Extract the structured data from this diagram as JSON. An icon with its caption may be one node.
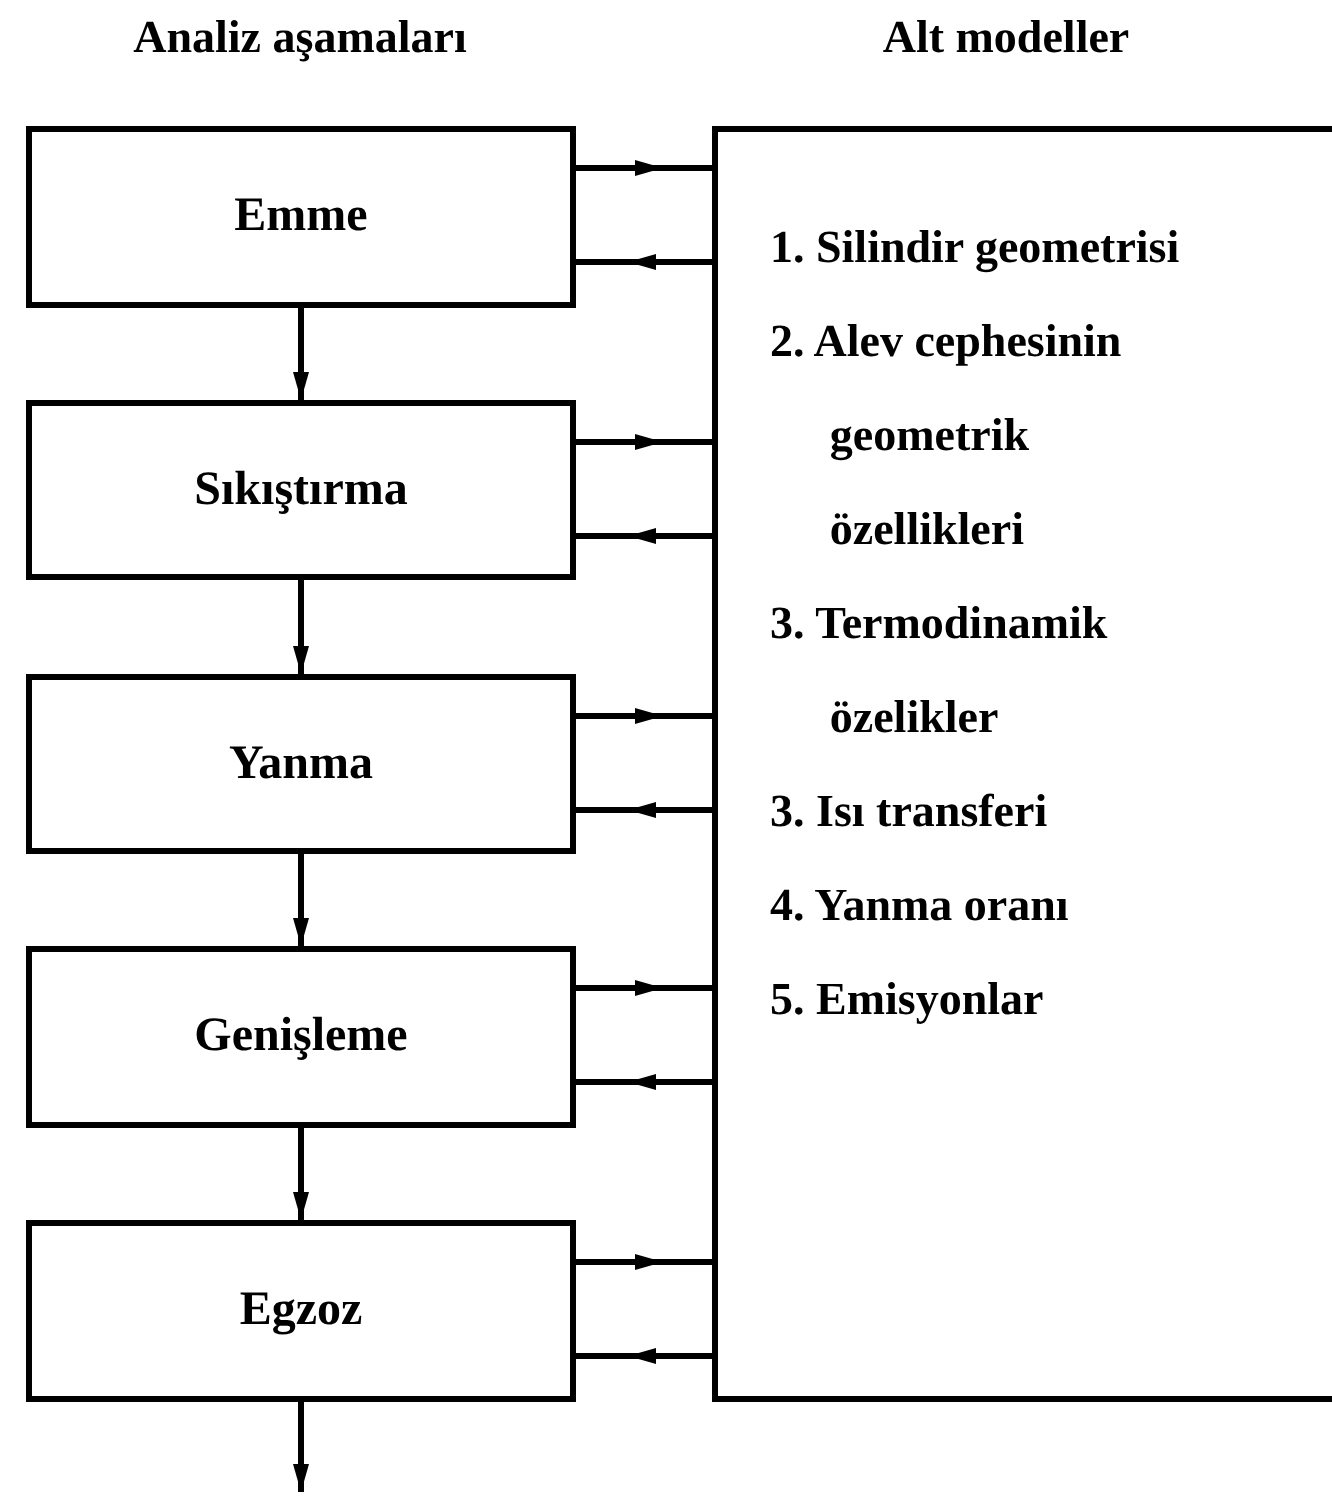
{
  "diagram": {
    "nodes": [
      {
        "text": [
          "Emme"
        ]
      },
      {
        "text": [
          "Sıkıştırma"
        ]
      },
      {
        "text": [
          "Yanma"
        ]
      },
      {
        "text": [
          "Genişleme"
        ]
      },
      {
        "text": [
          "Egzoz"
        ]
      },
      {
        "text": [
          "1. Silindir geometrisi",
          "2. Alev cephesinin geometrik özellikleri",
          "3. Termodinamik özelikler",
          "3. Isı transferi",
          "4. Yanma oranı",
          "5. Emisyonlar"
        ]
      }
    ],
    "edges": [
      {
        "from": 0,
        "to": 1,
        "arrow": "to"
      },
      {
        "from": 1,
        "to": 2,
        "arrow": "to"
      },
      {
        "from": 2,
        "to": 3,
        "arrow": "to"
      },
      {
        "from": 3,
        "to": 4,
        "arrow": "to"
      },
      {
        "from": 4,
        "to": null,
        "arrow": "to"
      },
      {
        "from": 0,
        "to": 5,
        "arrow": "to"
      },
      {
        "from": 5,
        "to": 0,
        "arrow": "to"
      },
      {
        "from": 1,
        "to": 5,
        "arrow": "to"
      },
      {
        "from": 5,
        "to": 1,
        "arrow": "to"
      },
      {
        "from": 2,
        "to": 5,
        "arrow": "to"
      },
      {
        "from": 5,
        "to": 2,
        "arrow": "to"
      },
      {
        "from": 3,
        "to": 5,
        "arrow": "to"
      },
      {
        "from": 5,
        "to": 3,
        "arrow": "to"
      },
      {
        "from": 4,
        "to": 5,
        "arrow": "to"
      },
      {
        "from": 5,
        "to": 4,
        "arrow": "to"
      }
    ],
    "labels": [
      "Analiz aşamaları",
      "Alt modeller"
    ]
  }
}
